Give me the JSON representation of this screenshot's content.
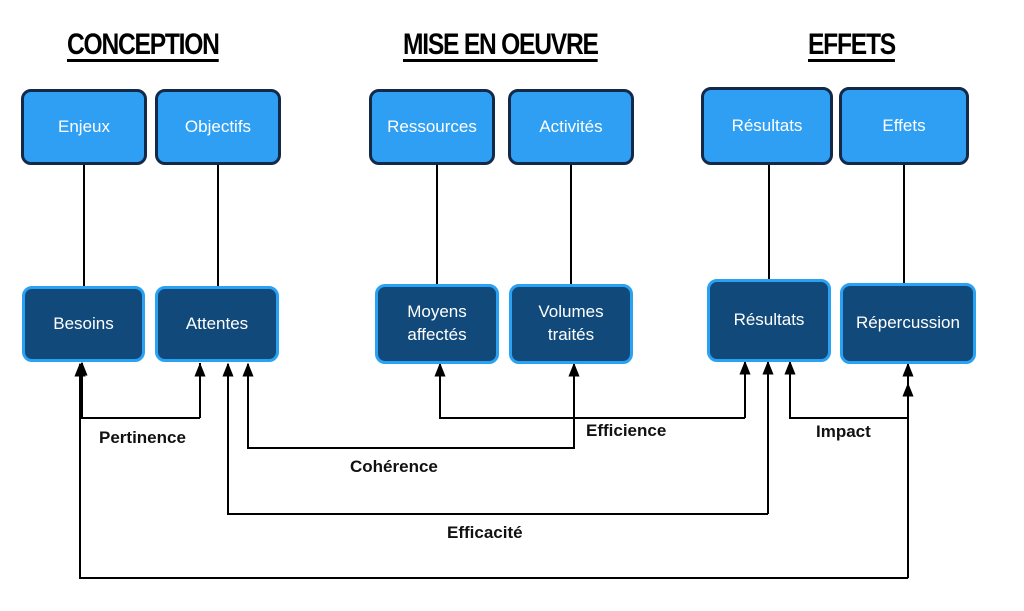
{
  "columns": [
    {
      "title": "CONCEPTION"
    },
    {
      "title": "MISE EN OEUVRE"
    },
    {
      "title": "EFFETS"
    }
  ],
  "top_boxes": [
    {
      "label": "Enjeux"
    },
    {
      "label": "Objectifs"
    },
    {
      "label": "Ressources"
    },
    {
      "label": "Activités"
    },
    {
      "label": "Résultats"
    },
    {
      "label": "Effets"
    }
  ],
  "bottom_boxes": [
    {
      "label": "Besoins"
    },
    {
      "label": "Attentes"
    },
    {
      "label": "Moyens\naffectés"
    },
    {
      "label": "Volumes\ntraités"
    },
    {
      "label": "Résultats"
    },
    {
      "label": "Répercussion"
    }
  ],
  "relations": [
    {
      "label": "Pertinence",
      "from": "Besoins",
      "to": "Attentes"
    },
    {
      "label": "Cohérence",
      "from": "Attentes",
      "to": "Volumes\ntraités"
    },
    {
      "label": "Efficience",
      "from": "Moyens\naffectés",
      "to": "Résultats"
    },
    {
      "label": "Impact",
      "from": "Résultats",
      "to": "Répercussion"
    },
    {
      "label": "Efficacité",
      "from": "Attentes",
      "to": "Résultats"
    },
    {
      "label": "",
      "from": "Besoins",
      "to": "Répercussion"
    }
  ],
  "colors": {
    "top_box_fill": "#2f9ff3",
    "top_box_border": "#13294a",
    "bottom_box_fill": "#114a7a",
    "bottom_box_border": "#29a2f3",
    "connector": "#000000"
  }
}
